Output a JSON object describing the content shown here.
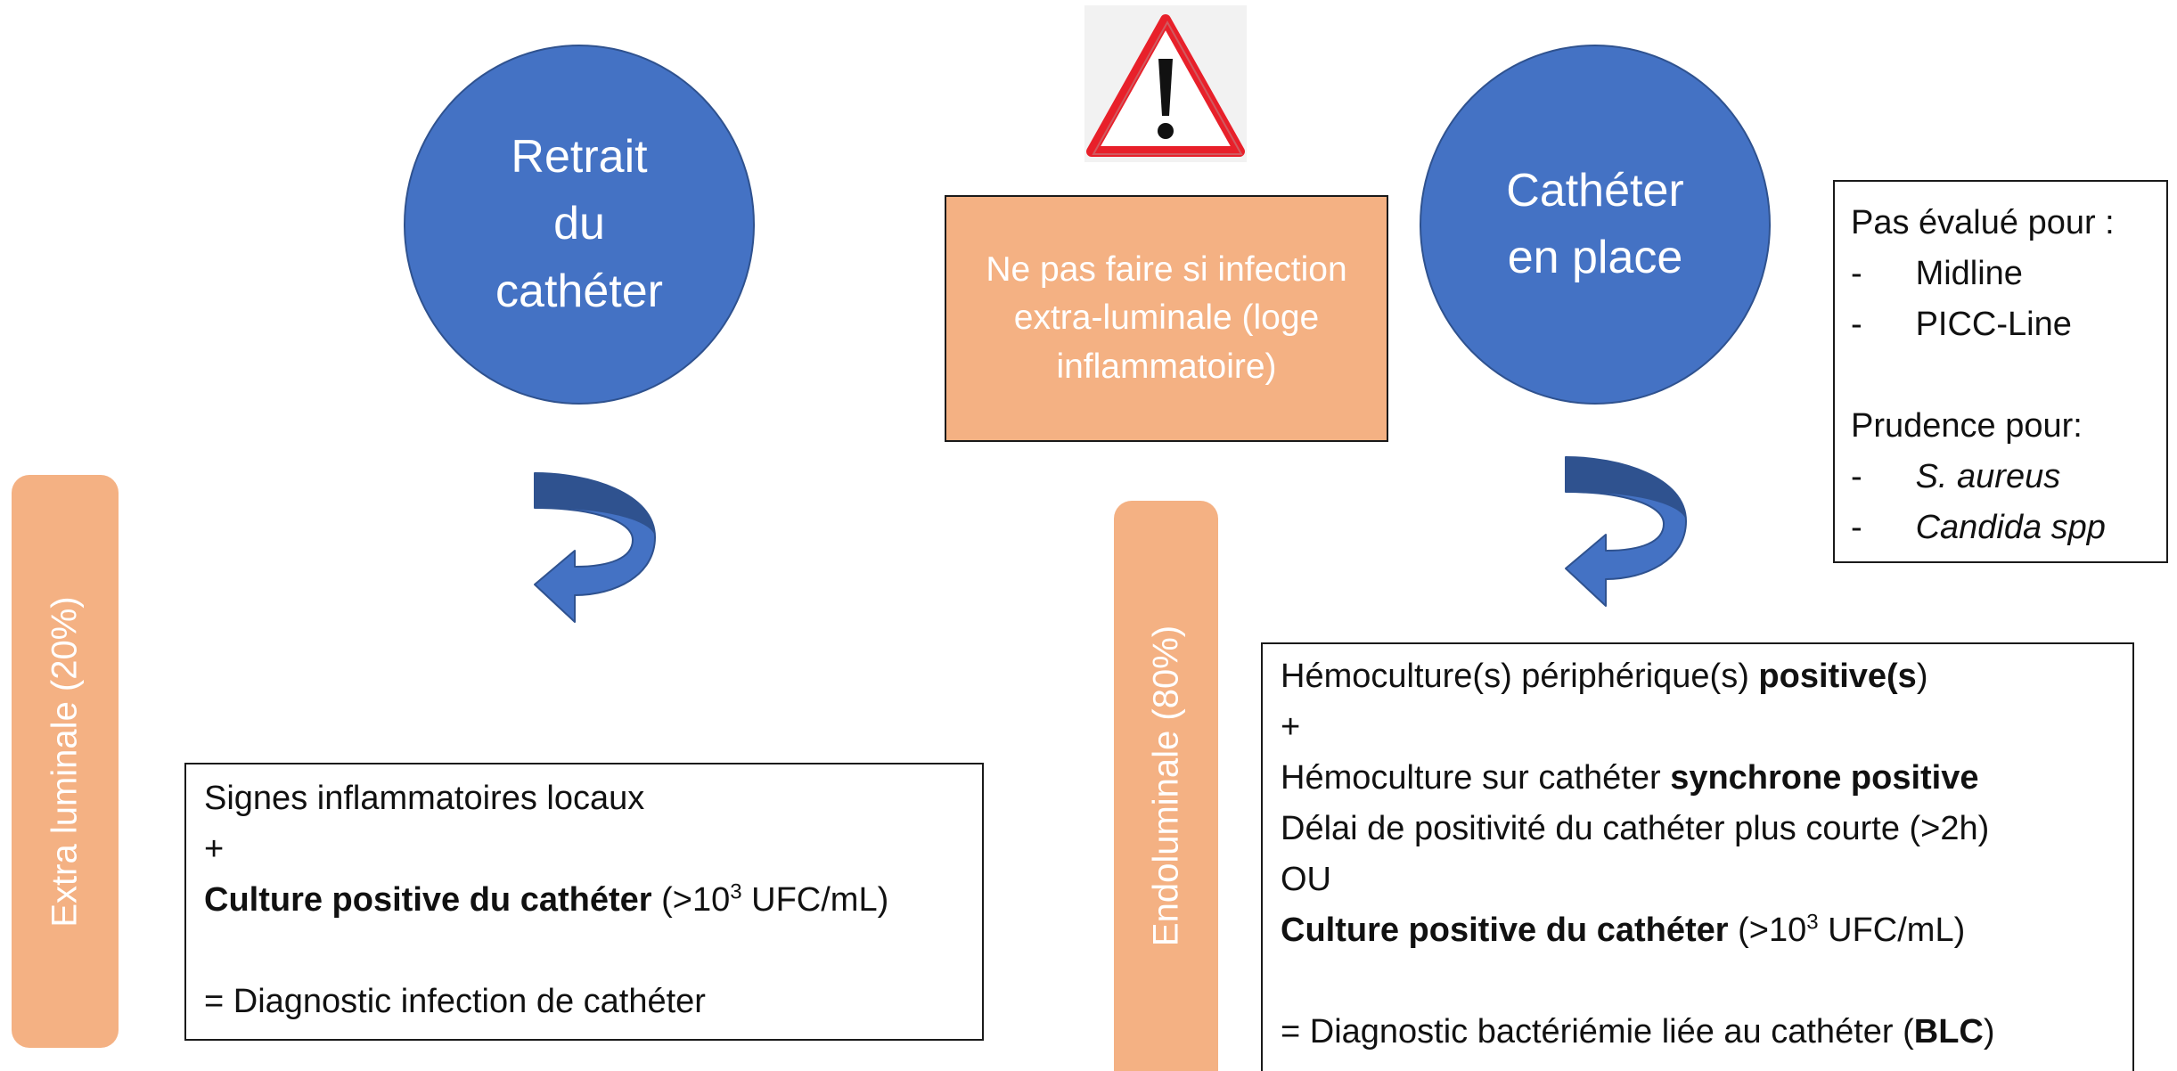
{
  "left_circle": {
    "lines": [
      "Retrait",
      "du",
      "cathéter"
    ]
  },
  "right_circle": {
    "lines": [
      "Cathéter",
      "en place"
    ]
  },
  "warning_box": {
    "lines": [
      "Ne pas faire si infection",
      "extra-luminale (loge",
      "inflammatoire)"
    ]
  },
  "extra_bar": {
    "label": "Extra luminale (20%)"
  },
  "endo_bar": {
    "label": "Endoluminale (80%)"
  },
  "note_box": {
    "heading1": "Pas évalué pour :",
    "list1": [
      "Midline",
      "PICC-Line"
    ],
    "heading2": "Prudence pour:",
    "list2": [
      "S. aureus",
      "Candida spp"
    ],
    "dash": "-"
  },
  "left_box": {
    "line1": "Signes inflammatoires locaux",
    "plus": "+",
    "culture_bold": "Culture positive du cathéter",
    "culture_pre": " (>10",
    "culture_sup": "3",
    "culture_post": " UFC/mL)",
    "conclusion": "= Diagnostic infection de cathéter"
  },
  "right_box": {
    "l1_text": "Hémoculture(s) périphérique(s) ",
    "l1_bold": "positive(s",
    "l1_end": ")",
    "plus": "+",
    "l3_text": "Hémoculture sur cathéter ",
    "l3_bold": "synchrone positive",
    "l4": "Délai de positivité du cathéter plus courte (>2h)",
    "or": "OU",
    "culture_bold": "Culture positive du cathéter",
    "culture_pre": " (>10",
    "culture_sup": "3",
    "culture_post": " UFC/mL)",
    "concl_text": "= Diagnostic bactériémie liée au cathéter (",
    "concl_bold": "BLC",
    "concl_end": ")"
  },
  "colors": {
    "circle": "#4472c4",
    "orange": "#f4b183",
    "warning_red": "#e8202a"
  },
  "icons": [
    "warning-triangle-icon",
    "curved-arrow-icon"
  ]
}
